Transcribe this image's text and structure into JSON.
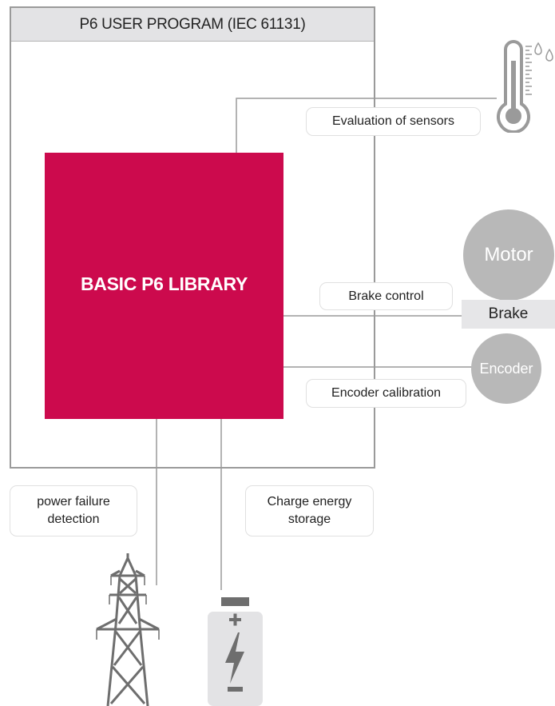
{
  "frame": {
    "title": "P6 USER PROGRAM (IEC 61131)"
  },
  "library": {
    "label": "BASIC P6 LIBRARY"
  },
  "functions": {
    "sensors": "Evaluation of sensors",
    "brake_control": "Brake control",
    "encoder_calibration": "Encoder calibration",
    "power_failure": "power failure detection",
    "charge_storage": "Charge energy storage"
  },
  "devices": {
    "motor": "Motor",
    "brake": "Brake",
    "encoder": "Encoder"
  },
  "icons": {
    "thermometer": "thermometer-icon",
    "power_pylon": "power-pylon-icon",
    "battery": "battery-charging-icon"
  },
  "colors": {
    "library": "#cc0a4d",
    "device": "#b8b8b8",
    "line": "#9a9a9a"
  }
}
